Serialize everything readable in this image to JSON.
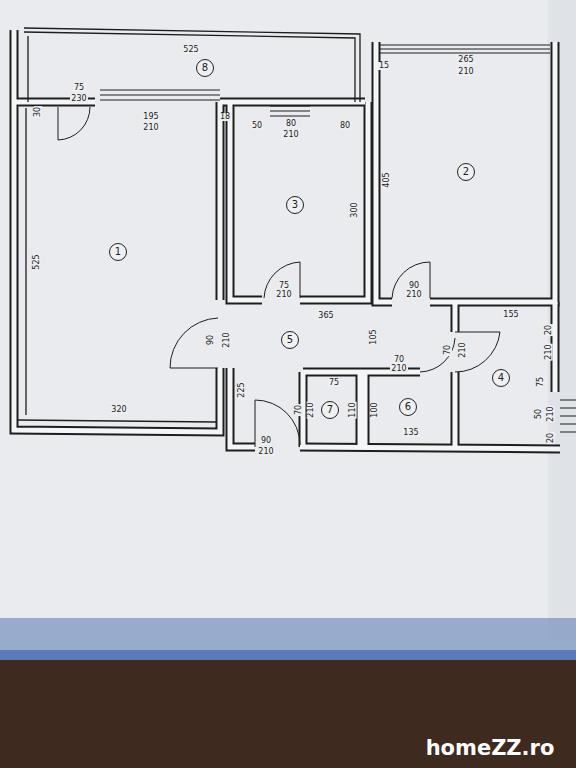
{
  "diagram": {
    "nodes": [
      {
        "text": [
          "8"
        ]
      },
      {
        "text": [
          "2"
        ]
      },
      {
        "text": [
          "3"
        ]
      },
      {
        "text": [
          "1"
        ]
      },
      {
        "text": [
          "5"
        ]
      },
      {
        "text": [
          "4"
        ]
      },
      {
        "text": [
          "6"
        ]
      },
      {
        "text": [
          "7"
        ]
      }
    ],
    "labels": [
      "525",
      "265",
      "210",
      "75",
      "230",
      "195",
      "210",
      "18",
      "30",
      "50",
      "80",
      "210",
      "80",
      "15",
      "525",
      "300",
      "405",
      "75",
      "210",
      "90",
      "210",
      "320",
      "365",
      "90",
      "210",
      "225",
      "105",
      "70",
      "210",
      "70",
      "210",
      "155",
      "20",
      "210",
      "75",
      "50",
      "20",
      "210",
      "75",
      "70",
      "210",
      "110",
      "100",
      "135",
      "90",
      "210",
      "homeZZ.ro"
    ]
  }
}
